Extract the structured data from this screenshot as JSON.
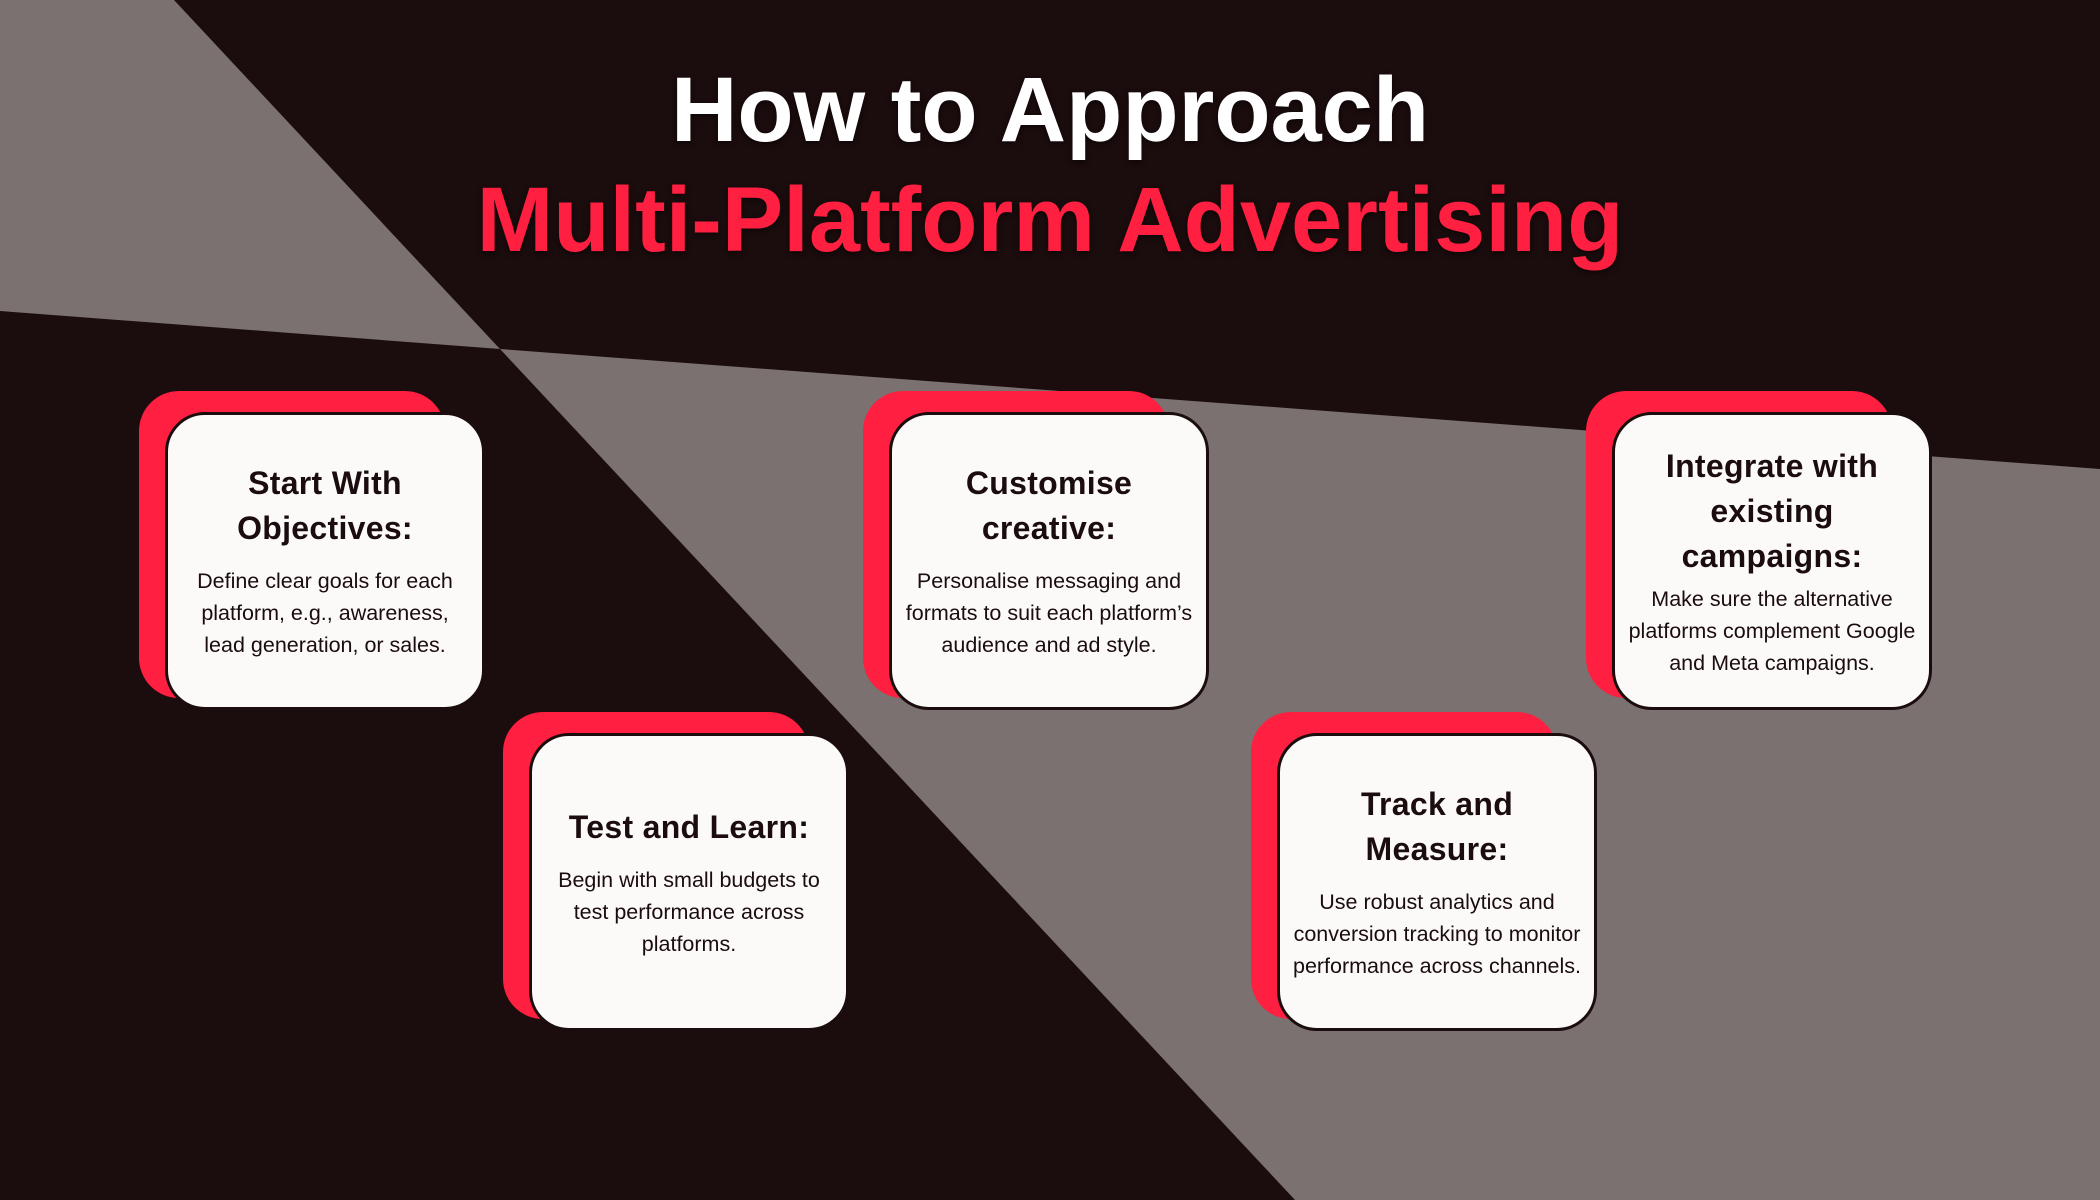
{
  "colors": {
    "background_dark": "#1b0c0d",
    "background_gray": "#7a7170",
    "accent_red": "#ff1f40",
    "card_white": "#fbfaf8",
    "title_white": "#ffffff"
  },
  "title": {
    "line1": "How to Approach",
    "line2": "Multi-Platform Advertising"
  },
  "cards": [
    {
      "heading": "Start With Objectives:",
      "body": "Define clear goals for each platform, e.g., awareness, lead generation, or sales."
    },
    {
      "heading": "Test and Learn:",
      "body": "Begin with small budgets to test performance across platforms."
    },
    {
      "heading": "Customise creative:",
      "body": "Personalise messaging and formats to suit each platform’s audience and ad style."
    },
    {
      "heading": "Track and Measure:",
      "body": "Use robust analytics and conversion tracking to monitor performance across channels."
    },
    {
      "heading": "Integrate with existing campaigns:",
      "body": "Make sure the alternative platforms complement Google and Meta campaigns."
    }
  ]
}
